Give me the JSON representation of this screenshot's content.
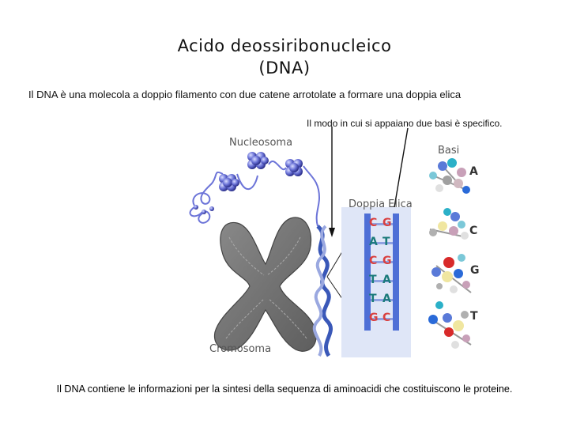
{
  "title_line1": "Acido deossiribonucleico",
  "title_line2": "(DNA)",
  "intro": "Il DNA è una molecola a doppio filamento con due catene arrotolate a formare una doppia elica",
  "pairing_note": "Il modo in cui si appaiano due basi è specifico.",
  "labels": {
    "nucleosoma": "Nucleosoma",
    "cromosoma": "Cromosoma",
    "doppia_elica": "Doppia Elica",
    "basi": "Basi"
  },
  "base_pairs": [
    {
      "left": "C",
      "right": "G"
    },
    {
      "left": "A",
      "right": "T"
    },
    {
      "left": "C",
      "right": "G"
    },
    {
      "left": "T",
      "right": "A"
    },
    {
      "left": "T",
      "right": "A"
    },
    {
      "left": "G",
      "right": "C"
    }
  ],
  "bases": [
    "A",
    "C",
    "G",
    "T"
  ],
  "footer": "Il DNA contiene le informazioni per la sintesi della sequenza di aminoacidi che costituiscono le proteine.",
  "colors": {
    "letter_red": "#d94040",
    "letter_teal": "#1a7a7a",
    "base_label": "#333333",
    "chromosome": "#777777",
    "helix": "#3a58b8",
    "ladder": "#5a7ad8"
  }
}
